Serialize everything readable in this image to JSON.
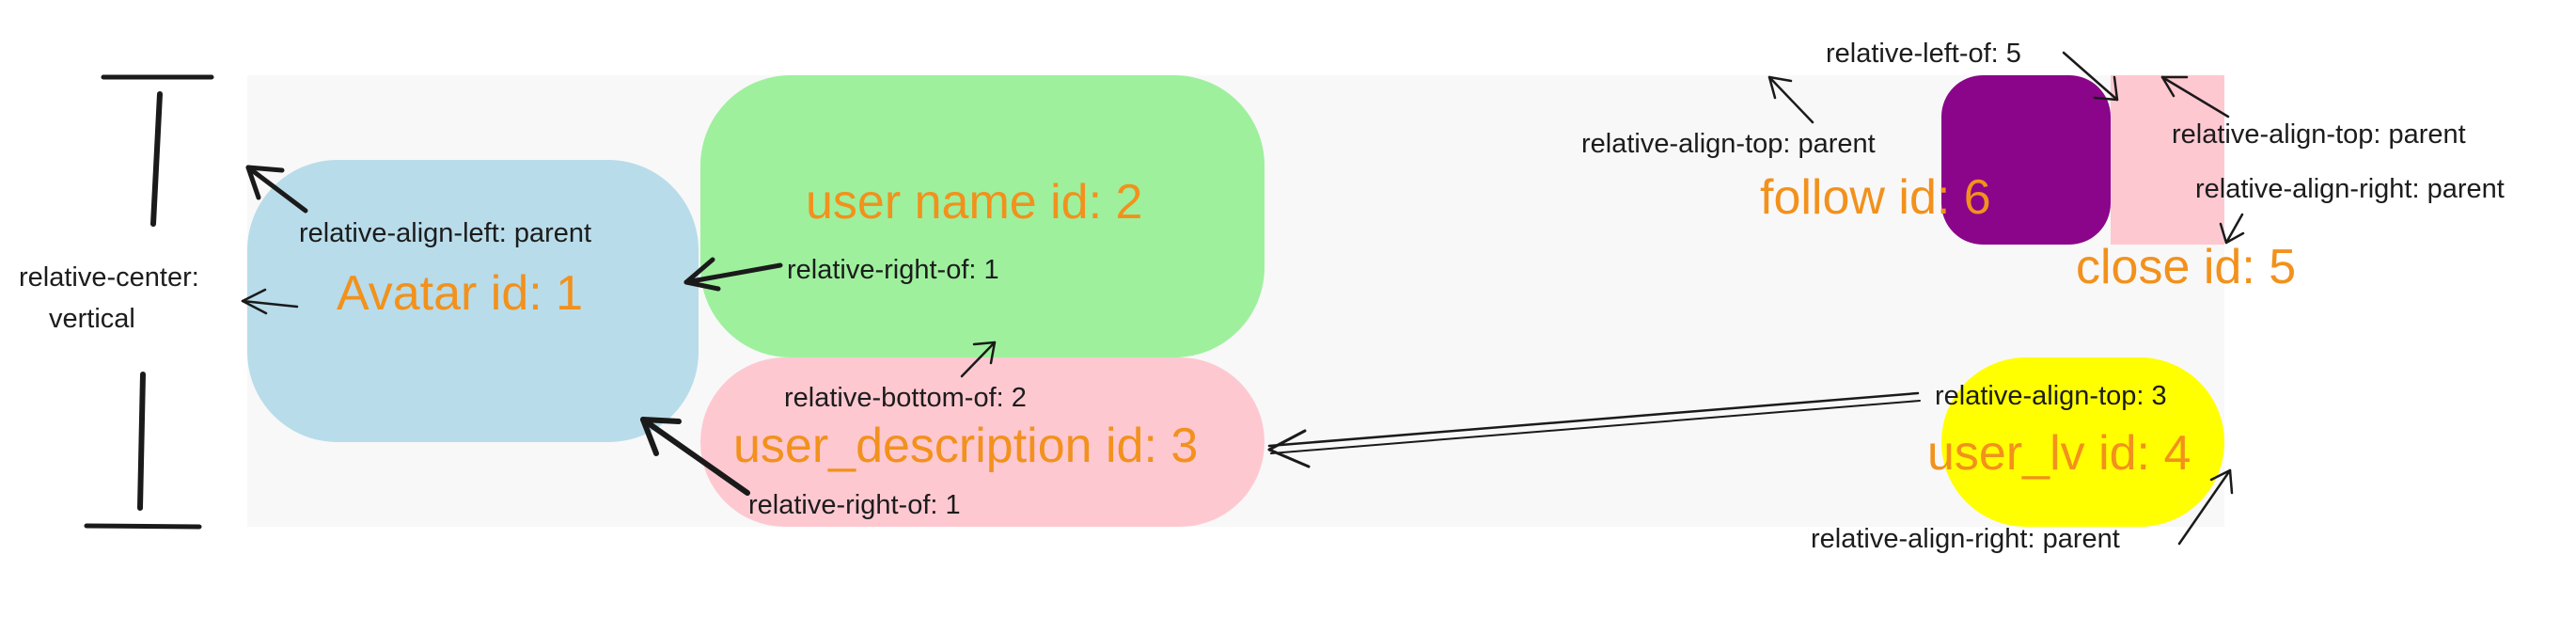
{
  "boxes": {
    "avatar": {
      "label": "Avatar id: 1",
      "color": "#b8dcea"
    },
    "user_name": {
      "label": "user name id: 2",
      "color": "#9ef09d"
    },
    "user_description": {
      "label": "user_description id: 3",
      "color": "#fec8d1"
    },
    "user_lv": {
      "label": "user_lv id: 4",
      "color": "#ffff00"
    },
    "close": {
      "label": "close id: 5",
      "color": "#fec8d1"
    },
    "follow": {
      "label": "follow id: 6",
      "color": "#8a058a"
    }
  },
  "label_color": "#f2911c",
  "container_color": "#f8f8f8",
  "annotations": {
    "center_vertical_line1": "relative-center:",
    "center_vertical_line2": "vertical",
    "avatar_align_left": "relative-align-left: parent",
    "username_right_of": "relative-right-of: 1",
    "desc_bottom_of": "relative-bottom-of: 2",
    "desc_right_of": "relative-right-of: 1",
    "follow_left_of": "relative-left-of: 5",
    "follow_align_top": "relative-align-top: parent",
    "close_align_top": "relative-align-top: parent",
    "close_align_right": "relative-align-right: parent",
    "lv_align_top": "relative-align-top: 3",
    "lv_align_right": "relative-align-right: parent"
  }
}
